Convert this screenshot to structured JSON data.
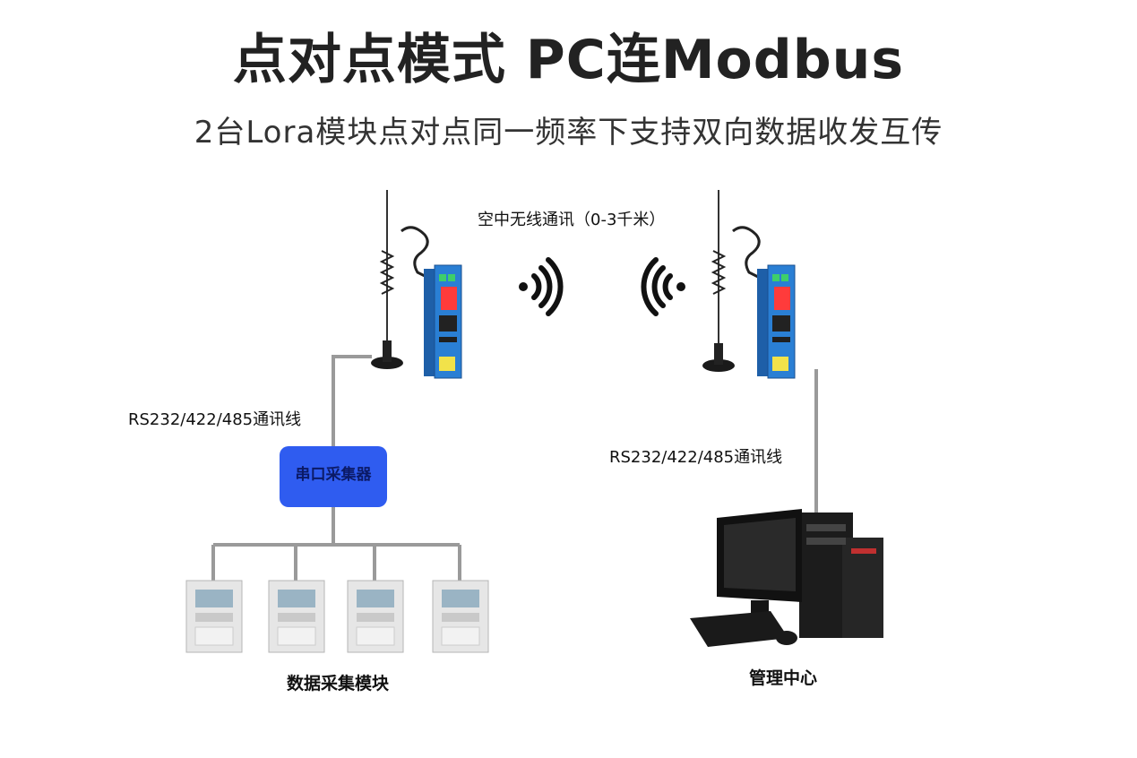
{
  "title": "点对点模式 PC连Modbus",
  "subtitle": "2台Lora模块点对点同一频率下支持双向数据收发互传",
  "wireless_label": "空中无线通讯（0-3千米）",
  "left_line_label": "RS232/422/485通讯线",
  "right_line_label": "RS232/422/485通讯线",
  "collector_label": "串口采集器",
  "meters_label": "数据采集模块",
  "pc_label": "管理中心",
  "colors": {
    "device_blue": "#2a7fd4",
    "collector_blue": "#2f5cf0",
    "line_gray": "#9a9a9a"
  },
  "icons": [
    "antenna-icon",
    "lora-module-icon",
    "wifi-signal-icon",
    "meter-icon",
    "computer-icon"
  ]
}
